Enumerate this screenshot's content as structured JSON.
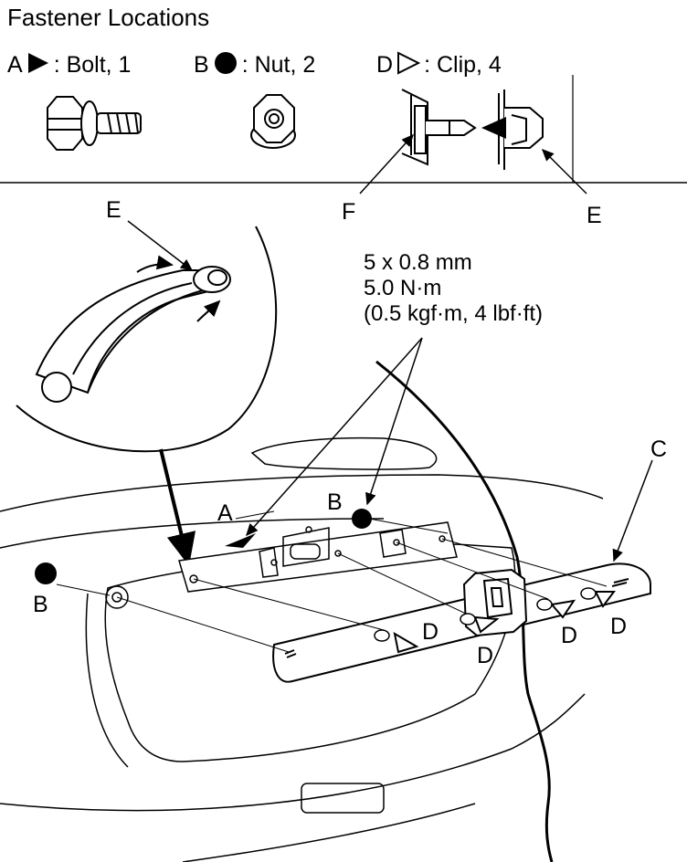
{
  "title": "Fastener Locations",
  "legend": [
    {
      "letter": "A",
      "symbol": "filled-triangle-icon",
      "text": ": Bolt, 1"
    },
    {
      "letter": "B",
      "symbol": "filled-circle-icon",
      "text": ": Nut, 2"
    },
    {
      "letter": "D",
      "symbol": "open-triangle-icon",
      "text": ": Clip, 4"
    }
  ],
  "torque_spec": [
    "5 x 0.8 mm",
    "5.0 N·m",
    "(0.5 kgf·m, 4 lbf·ft)"
  ],
  "callouts": {
    "A": "A",
    "B": "B",
    "C": "C",
    "D": "D",
    "E": "E",
    "F": "F"
  },
  "colors": {
    "line": "#000000",
    "background": "#ffffff"
  }
}
